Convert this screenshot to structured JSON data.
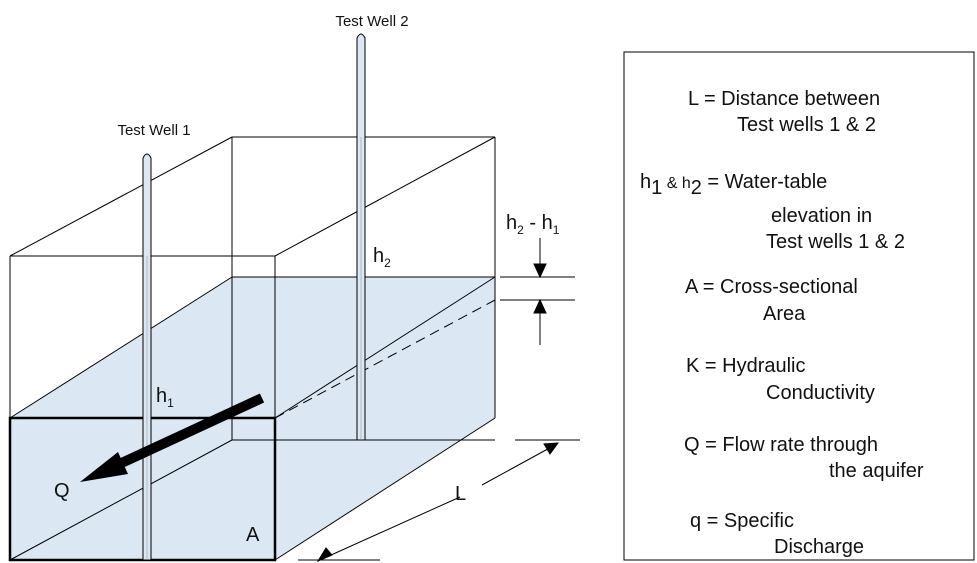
{
  "diagram": {
    "wells": [
      {
        "label": "Test Well 1"
      },
      {
        "label": "Test Well 2"
      }
    ],
    "labels": {
      "h1": "h",
      "h1_sub": "1",
      "h2": "h",
      "h2_sub": "2",
      "diff_h": "h",
      "diff_sub2": "2",
      "diff_mid": " - h",
      "diff_sub1": "1",
      "Q": "Q",
      "A": "A",
      "L": "L"
    },
    "colors": {
      "water": "#dbe8f4",
      "line": "#000000"
    }
  },
  "legend": {
    "lines": [
      "L = Distance between",
      "Test wells 1 & 2",
      "h",
      "1",
      " & h",
      "2",
      " = Water-table",
      "elevation in",
      "Test wells 1 & 2",
      "A = Cross-sectional",
      "Area",
      "K = Hydraulic",
      "Conductivity",
      "Q = Flow rate through",
      "the aquifer",
      "q = Specific",
      "Discharge"
    ]
  }
}
